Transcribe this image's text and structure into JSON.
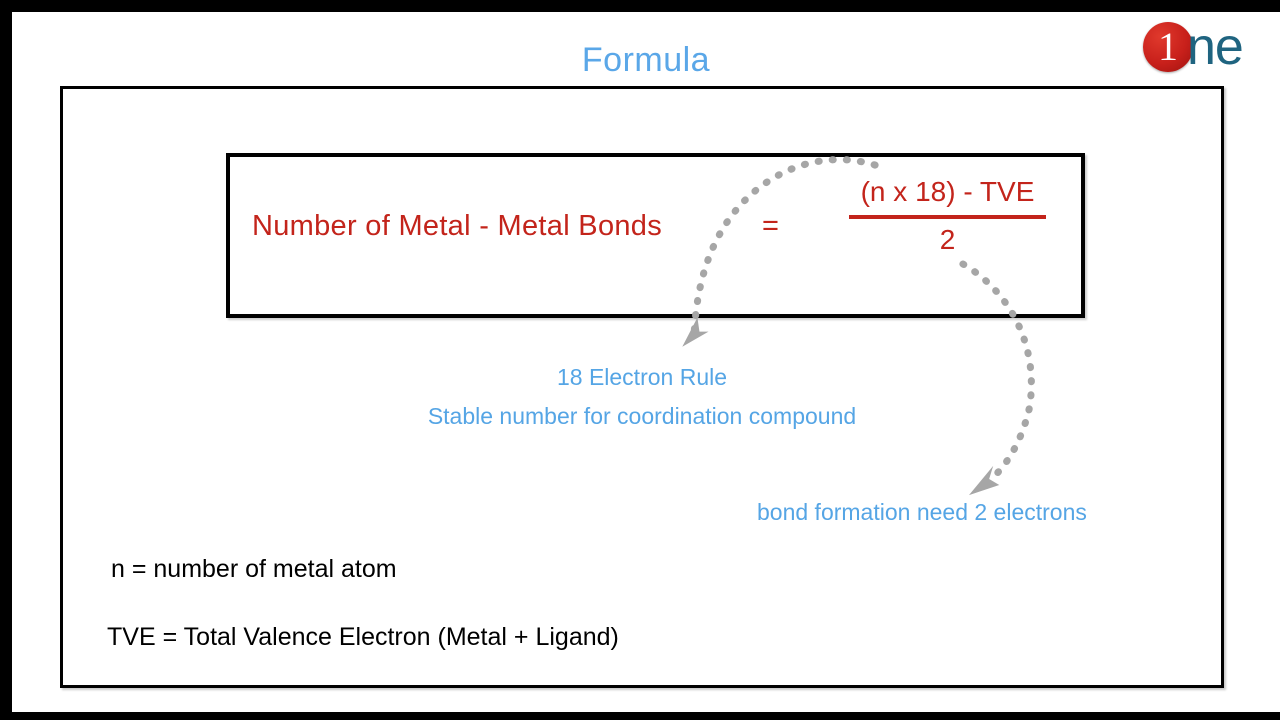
{
  "slide": {
    "title": "Formula",
    "title_color": "#5aa7e8",
    "background": "#ffffff",
    "letterbox_color": "#000000"
  },
  "logo": {
    "badge_text": "1",
    "word_text": "ne",
    "badge_color": "#c8201b",
    "word_color": "#1f6480",
    "badge_text_color": "#ffffff"
  },
  "formula": {
    "accent_color": "#c3241b",
    "left_expression": "Number of Metal - Metal Bonds",
    "equals": "=",
    "numerator": "(n x 18) - TVE",
    "denominator": "2"
  },
  "annotations": {
    "color": "#55a5e5",
    "numerator_note_line1": "18 Electron Rule",
    "numerator_note_line2": "Stable number for coordination compound",
    "denominator_note": "bond formation need 2 electrons"
  },
  "legend": {
    "color": "#000000",
    "items": [
      "n = number of metal atom",
      "TVE = Total Valence Electron (Metal + Ligand)"
    ]
  },
  "arrows": {
    "color": "#a6a6a6",
    "style": "dotted-curved",
    "count": 2
  }
}
